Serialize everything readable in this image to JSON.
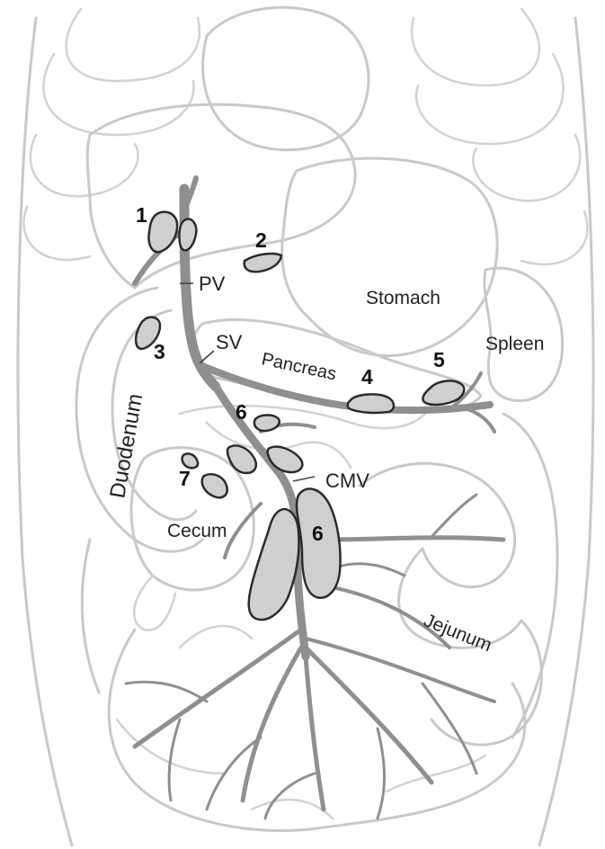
{
  "labels": {
    "pv": "PV",
    "sv": "SV",
    "cmv": "CMV",
    "stomach": "Stomach",
    "spleen": "Spleen",
    "pancreas": "Pancreas",
    "duodenum": "Duodenum",
    "cecum": "Cecum",
    "jejunum": "Jejunum"
  },
  "node_numbers": {
    "n1": "1",
    "n2": "2",
    "n3": "3",
    "n4": "4",
    "n5": "5",
    "n6a": "6",
    "n6b": "6",
    "n7": "7"
  },
  "colors": {
    "outline": "#c9c9c9",
    "vessel": "#8f8f8f",
    "node_fill": "#cfcfcf",
    "node_stroke": "#2b2b2b"
  }
}
